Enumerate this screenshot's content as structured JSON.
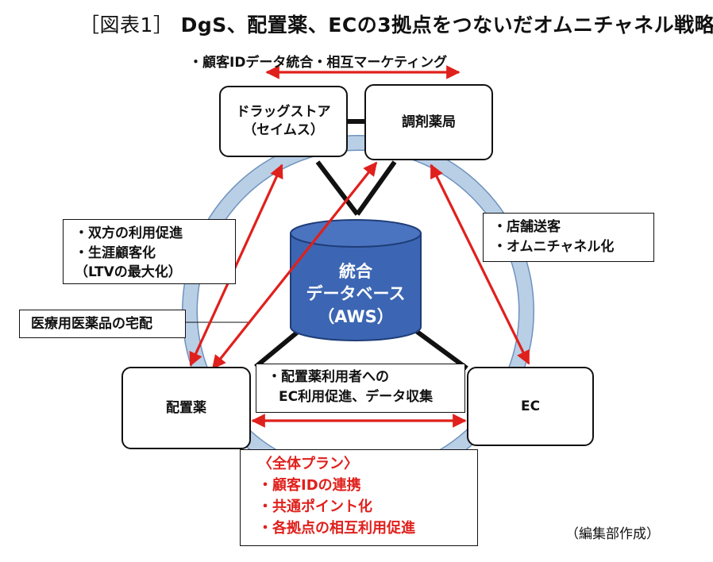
{
  "title": {
    "prefix": "［図表1］",
    "main": "DgS、配置薬、ECの3拠点をつないだオムニチャネル戦略"
  },
  "top_note": "・顧客IDデータ統合・相互マーケティング",
  "nodes": {
    "drugstore": {
      "line1": "ドラッグストア",
      "line2": "（セイムス）"
    },
    "pharmacy": {
      "label": "調剤薬局"
    },
    "placement": {
      "label": "配置薬"
    },
    "ec": {
      "label": "EC"
    }
  },
  "database": {
    "line1": "統合",
    "line2": "データベース",
    "line3": "（AWS）"
  },
  "notes": {
    "left_box": [
      "・双方の利用促進",
      "・生涯顧客化",
      "（LTVの最大化）"
    ],
    "delivery": "医療用医薬品の宅配",
    "right_box": [
      "・店舗送客",
      "・オムニチャネル化"
    ],
    "center_box": [
      "・配置薬利用者への",
      "EC利用促進、データ収集"
    ]
  },
  "plan_box": {
    "heading": "〈全体プラン〉",
    "items": [
      "・顧客IDの連携",
      "・共通ポイント化",
      "・各拠点の相互利用促進"
    ]
  },
  "credit": "（編集部作成）",
  "colors": {
    "arrow": "#e0201c",
    "ring": "#b9cfe6",
    "ring_edge": "#6f92bd",
    "database": "#3c66b3",
    "database_edge": "#1f3d78",
    "plan_text": "#e0201c"
  }
}
